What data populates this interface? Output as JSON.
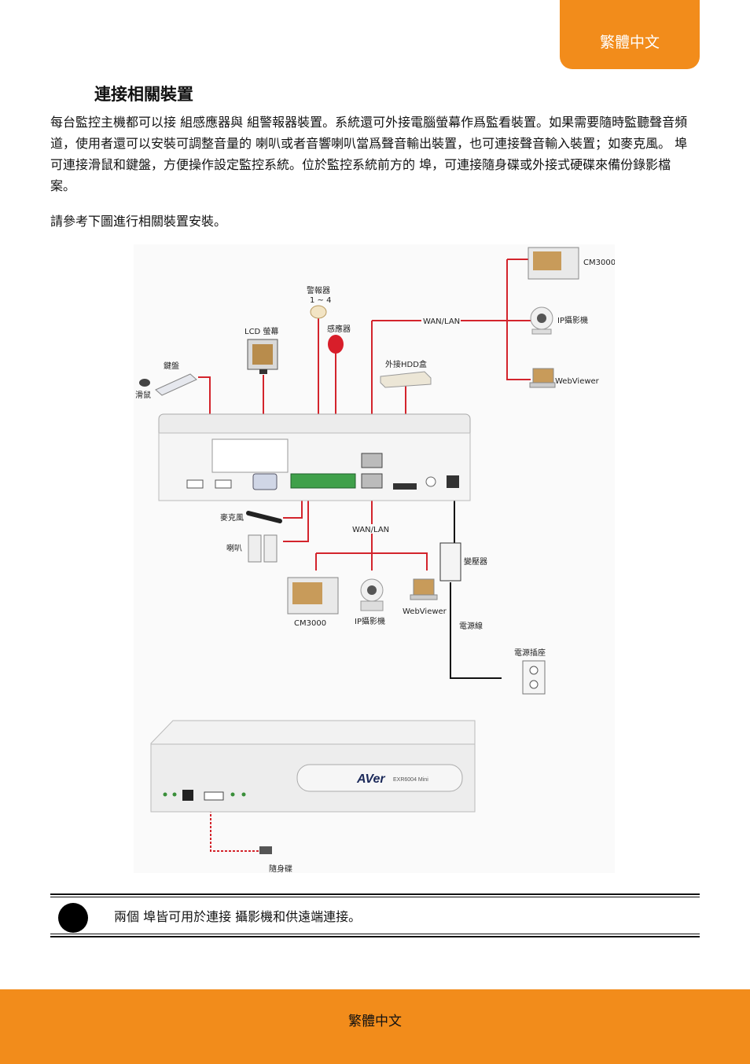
{
  "header": {
    "tab_label": "繁體中文"
  },
  "section": {
    "title": "連接相關裝置",
    "paragraph": "每台監控主機都可以接 組感應器與 組警報器裝置。系統還可外接電腦螢幕作爲監看裝置。如果需要隨時監聽聲音頻道，使用者還可以安裝可調整音量的 喇叭或者音響喇叭當爲聲音輸出裝置，也可連接聲音輸入裝置；如麥克風。 埠可連接滑鼠和鍵盤，方便操作設定監控系統。位於監控系統前方的 埠，可連接隨身碟或外接式硬碟來備份錄影檔案。",
    "paragraph2": "請參考下圖進行相關裝置安裝。"
  },
  "diagram": {
    "labels": {
      "cm3000_top": "CM3000",
      "ip_camera_top": "IP攝影機",
      "webviewer_top": "WebViewer",
      "wan_lan_top": "WAN/LAN",
      "alarm": "警報器",
      "alarm_range": "1 ~ 4",
      "sensor": "感應器",
      "lcd": "LCD 螢幕",
      "keyboard": "鍵盤",
      "mouse": "滑鼠",
      "hdd": "外接HDD盒",
      "microphone": "麥克風",
      "speaker": "喇叭",
      "wan_lan_bottom": "WAN/LAN",
      "adapter": "變壓器",
      "cm3000_bottom": "CM3000",
      "ip_camera_bottom": "IP攝影機",
      "webviewer_bottom": "WebViewer",
      "power_cord": "電源線",
      "outlet": "電源插座",
      "brand": "AVer",
      "model": "EXR6004 Mini",
      "usb_stick": "隨身碟"
    }
  },
  "note": {
    "text": "兩個 埠皆可用於連接 攝影機和供遠端連接。"
  },
  "footer": {
    "label": "繁體中文"
  }
}
